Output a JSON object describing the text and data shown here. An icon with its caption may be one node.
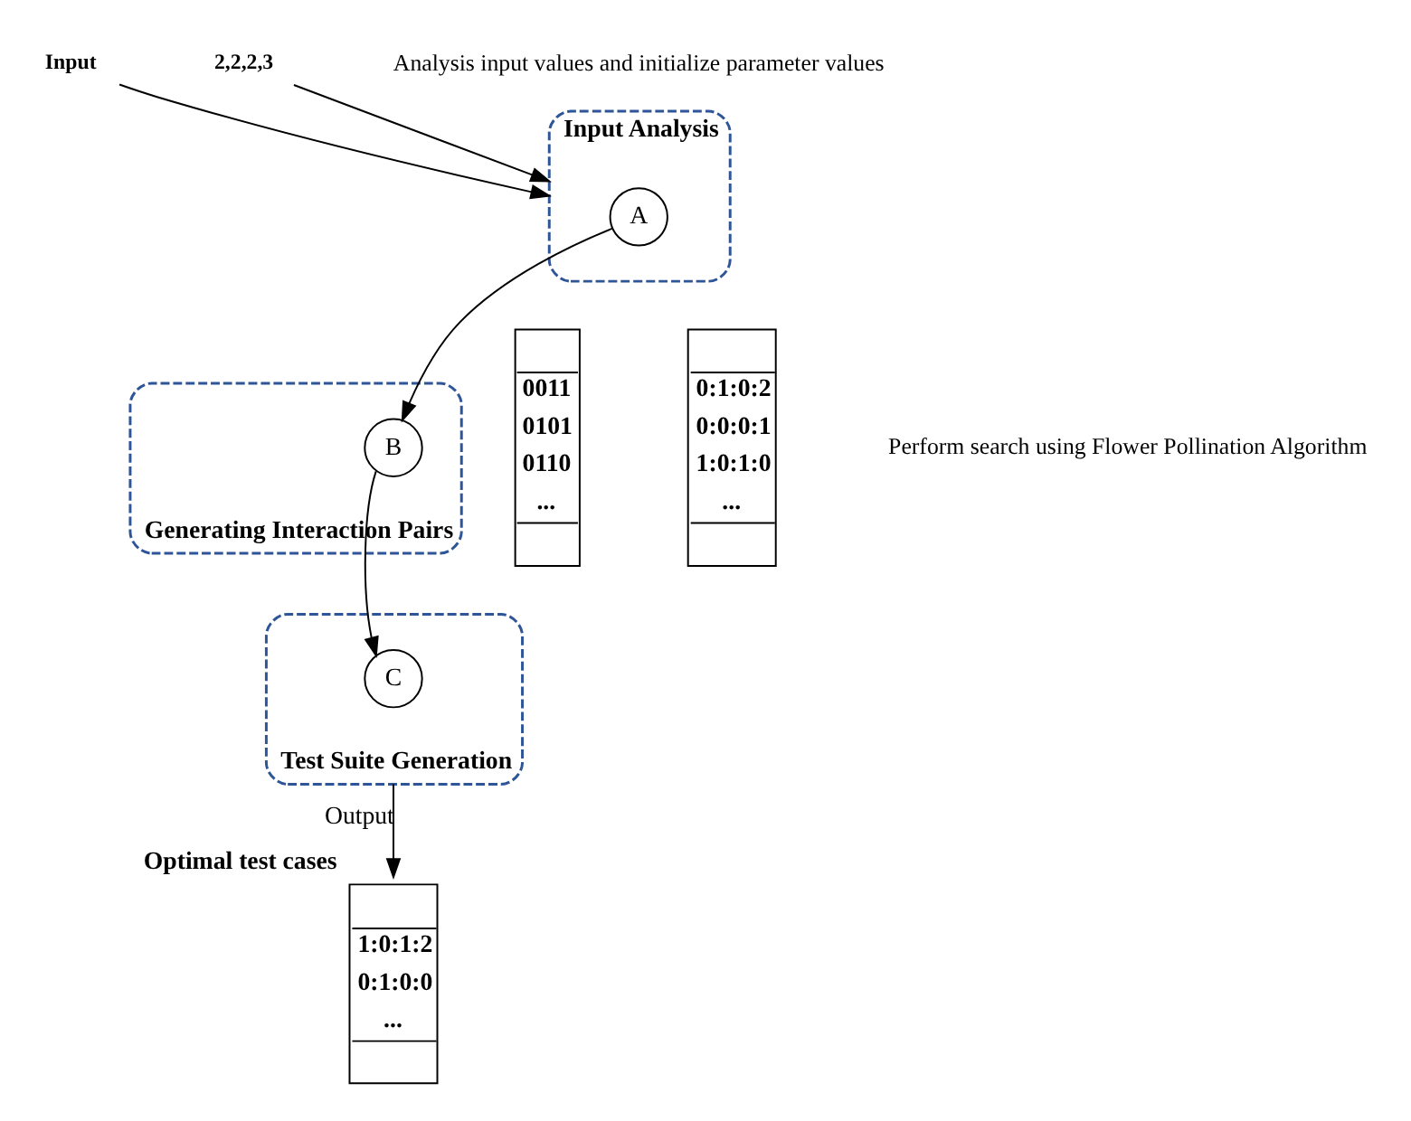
{
  "diagram": {
    "nodes": [
      {
        "text": [
          "Input Analysis"
        ]
      },
      {
        "text": [
          "A"
        ],
        "in": 0
      },
      {
        "text": [
          "Input"
        ]
      },
      {
        "text": [
          "2,2,2,3"
        ]
      },
      {
        "text": [
          "Generating Interaction Pairs"
        ]
      },
      {
        "text": [
          "B"
        ],
        "in": 4
      },
      {
        "text": [
          "Test Suite Generation"
        ]
      },
      {
        "text": [
          "C"
        ],
        "in": 6
      },
      {
        "text": [
          "0011",
          "0101",
          "0110",
          "..."
        ]
      },
      {
        "text": [
          "0:1:0:2",
          "0:0:0:1",
          "1:0:1:0",
          "..."
        ]
      },
      {
        "text": [
          "1:0:1:2",
          "0:1:0:0",
          "..."
        ],
        "beside": [
          "Optimal test cases"
        ]
      }
    ],
    "edges": [
      {
        "from": 2,
        "to": 0,
        "arrow": "to"
      },
      {
        "from": 3,
        "to": 0,
        "arrow": "to"
      },
      {
        "from": 1,
        "to": 5,
        "arrow": "to"
      },
      {
        "from": 5,
        "to": 7,
        "arrow": "to"
      },
      {
        "from": 6,
        "to": 10,
        "arrow": "to",
        "label": "Output"
      }
    ],
    "labels": [
      "Analysis input values and initialize parameter values",
      "Perform search using Flower Pollination Algorithm"
    ]
  }
}
